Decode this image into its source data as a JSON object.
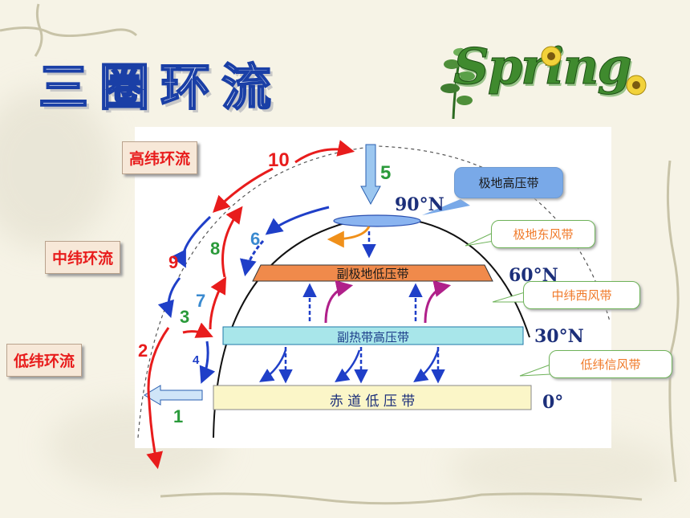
{
  "title": "三圈环流",
  "logo_text": "Spring",
  "circulation_labels": {
    "high": "高纬环流",
    "mid": "中纬环流",
    "low": "低纬环流"
  },
  "callouts": {
    "polar_high": "极地高压带",
    "polar_easterlies": "极地东风带",
    "westerlies": "中纬西风带",
    "trade_winds": "低纬信风带"
  },
  "bands": {
    "subpolar_low": "副极地低压带",
    "subtropical_high": "副热带高压带",
    "equatorial_low": "赤 道 低 压 带"
  },
  "latitudes": {
    "n90": "90°N",
    "n60": "60°N",
    "n30": "30°N",
    "eq": "0°"
  },
  "step_numbers": [
    "1",
    "2",
    "3",
    "4",
    "5",
    "6",
    "7",
    "8",
    "9",
    "10"
  ],
  "colors": {
    "title_stroke": "#1a3fa6",
    "red_arrow": "#e81c1c",
    "blue_arrow": "#1f3fc8",
    "green_number": "#2a9a3a",
    "subpolar_band": "#f08a4b",
    "subtropical_band": "#a8e6ea",
    "equatorial_band": "#fbf6c8",
    "callout_text": "#f07a2a"
  }
}
